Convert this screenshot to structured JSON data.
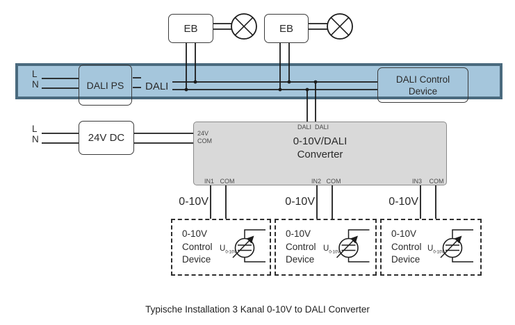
{
  "diagram": {
    "caption": "Typische Installation 3 Kanal 0-10V to DALI Converter",
    "colors": {
      "bus_fill": "#a5c6dc",
      "bus_border": "#4a6a7e",
      "converter_fill": "#d9d9d9",
      "converter_border": "#8a8a8a",
      "wire": "#1c1c1c",
      "box_border": "#3a3a3a",
      "ink": "#2a2a2a",
      "ink_muted": "#4a4a4a"
    },
    "bus": {
      "l_label": "L",
      "n_label": "N",
      "ps_label": "DALI PS",
      "dali_label": "DALI",
      "control_device_line1": "DALI Control",
      "control_device_line2": "Device"
    },
    "eb_units": [
      {
        "label": "EB"
      },
      {
        "label": "EB"
      }
    ],
    "power": {
      "l_label": "L",
      "n_label": "N",
      "supply_label": "24V DC"
    },
    "converter": {
      "title_line1": "0-10V/DALI",
      "title_line2": "Converter",
      "terminal_24v": "24V",
      "terminal_com": "COM",
      "dali_terminal_1": "DALI",
      "dali_terminal_2": "DALI",
      "channels": [
        {
          "in_label": "IN1",
          "com_label": "COM"
        },
        {
          "in_label": "IN2",
          "com_label": "COM"
        },
        {
          "in_label": "IN3",
          "com_label": "COM"
        }
      ]
    },
    "outputs": [
      {
        "signal_label": "0-10V",
        "device_line1": "0-10V",
        "device_line2": "Control",
        "device_line3": "Device",
        "u_label": "U",
        "u_sub": "0-10V"
      },
      {
        "signal_label": "0-10V",
        "device_line1": "0-10V",
        "device_line2": "Control",
        "device_line3": "Device",
        "u_label": "U",
        "u_sub": "0-10V"
      },
      {
        "signal_label": "0-10V",
        "device_line1": "0-10V",
        "device_line2": "Control",
        "device_line3": "Device",
        "u_label": "U",
        "u_sub": "0-10V"
      }
    ]
  }
}
